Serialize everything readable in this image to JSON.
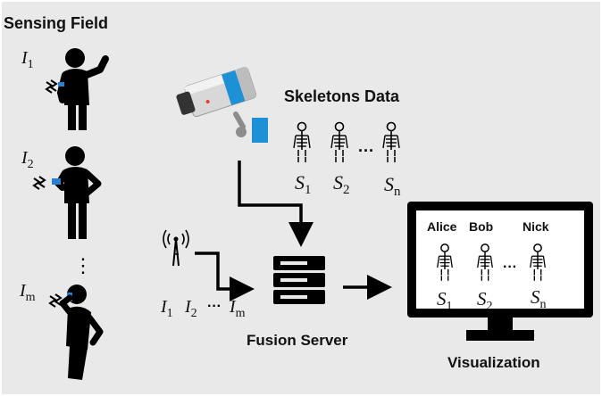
{
  "sensing_field": {
    "title": "Sensing Field",
    "users": [
      {
        "sym": "I",
        "sub": "1"
      },
      {
        "sym": "I",
        "sub": "2"
      },
      {
        "sym": "I",
        "sub": "m"
      }
    ],
    "ellipsis": "⋮"
  },
  "camera": {
    "icon": "security-camera-icon"
  },
  "skeletons": {
    "title": "Skeletons Data",
    "items": [
      {
        "sym": "S",
        "sub": "1"
      },
      {
        "sym": "S",
        "sub": "2"
      },
      {
        "sym": "S",
        "sub": "n"
      }
    ],
    "ellipsis": "···"
  },
  "antenna": {
    "icon": "antenna-icon",
    "signals": [
      {
        "sym": "I",
        "sub": "1"
      },
      {
        "sym": "I",
        "sub": "2"
      },
      {
        "sym": "I",
        "sub": "m"
      }
    ],
    "ellipsis": "···"
  },
  "server": {
    "label": "Fusion Server",
    "icon": "server-icon"
  },
  "monitor": {
    "label": "Visualization",
    "icon": "monitor-icon",
    "people": [
      {
        "name": "Alice",
        "sym": "S",
        "sub": "1"
      },
      {
        "name": "Bob",
        "sym": "S",
        "sub": "2"
      },
      {
        "name": "Nick",
        "sym": "S",
        "sub": "n"
      }
    ],
    "ellipsis": "···"
  },
  "colors": {
    "background": "#e9e9e9",
    "ink": "#000000",
    "camera_blue": "#1e90d6",
    "camera_gray": "#8c8c8c",
    "device_blue": "#2a7fd0"
  }
}
